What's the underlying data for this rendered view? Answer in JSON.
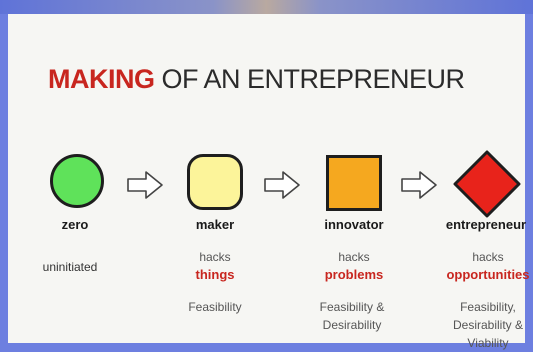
{
  "title": {
    "accent": "MAKING",
    "rest": " OF AN ENTREPRENEUR"
  },
  "colors": {
    "accent": "#c8261f",
    "zero": "#5fe25a",
    "maker": "#fcf49a",
    "innovator": "#f5a81f",
    "entrepreneur": "#e8231b"
  },
  "stages": [
    {
      "shape_icon": "green-circle",
      "name": "zero",
      "verb": "uninitiated",
      "object": "",
      "criteria": ""
    },
    {
      "shape_icon": "yellow-rounded-square",
      "name": "maker",
      "verb": "hacks",
      "object": "things",
      "criteria": "Feasibility"
    },
    {
      "shape_icon": "orange-square",
      "name": "innovator",
      "verb": "hacks",
      "object": "problems",
      "criteria": "Feasibility &\nDesirability"
    },
    {
      "shape_icon": "red-diamond",
      "name": "entrepreneur",
      "verb": "hacks",
      "object": "opportunities",
      "criteria": "Feasibility,\nDesirability &\nViability"
    }
  ],
  "arrow_icon": "outline-right-arrow"
}
